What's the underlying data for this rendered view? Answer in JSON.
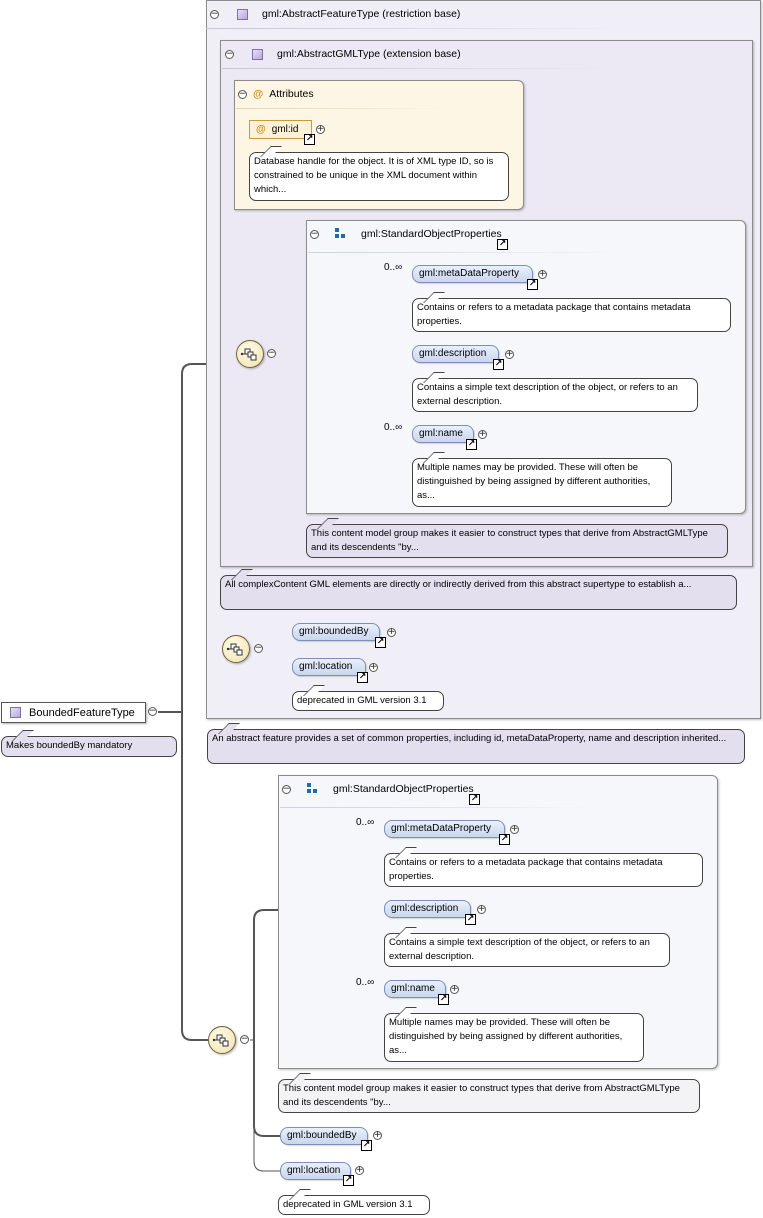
{
  "root": {
    "name": "BoundedFeatureType",
    "note": "Makes boundedBy mandatory"
  },
  "restriction_base": {
    "title": "gml:AbstractFeatureType (restriction base)",
    "note": "An abstract feature provides a set of common properties, including id, metaDataProperty, name and description inherited..."
  },
  "extension_base": {
    "title": "gml:AbstractGMLType (extension base)",
    "note": "All complexContent GML elements are directly or indirectly derived from this abstract supertype to establish a..."
  },
  "attributes": {
    "title": "Attributes",
    "id_label": "gml:id",
    "id_note": "Database handle for the object. It is of XML type ID, so is constrained to be unique in the XML document within which..."
  },
  "standard_object_properties": {
    "title": "gml:StandardObjectProperties",
    "group_note": "This content model group makes it easier to construct types that derive from AbstractGMLType and its descendents \"by...",
    "items": [
      {
        "label": "gml:metaDataProperty",
        "cardinality": "0..∞",
        "note": "Contains or refers to a metadata package that contains metadata properties."
      },
      {
        "label": "gml:description",
        "cardinality": "",
        "note": "Contains a simple text description of the object, or refers to an external description."
      },
      {
        "label": "gml:name",
        "cardinality": "0..∞",
        "note": "Multiple names may be provided. These will often be distinguished by being assigned by different authorities, as..."
      }
    ]
  },
  "bounded_by": "gml:boundedBy",
  "location": "gml:location",
  "location_note": "deprecated in GML version 3.1",
  "symbols": {
    "collapse": "−",
    "expand": "+",
    "link": "↗",
    "attribute": "@"
  }
}
